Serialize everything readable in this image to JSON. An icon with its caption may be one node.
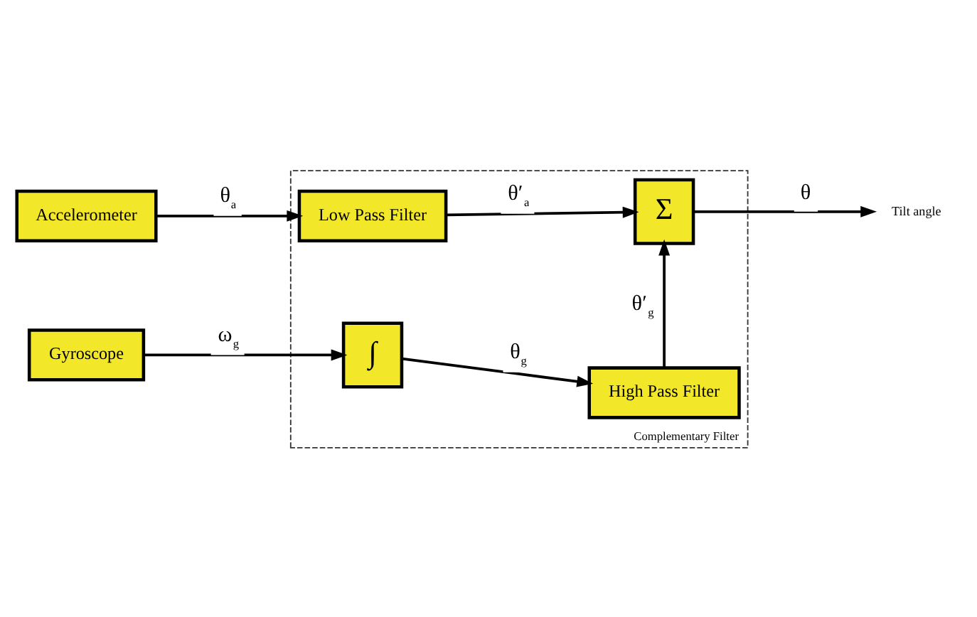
{
  "diagram": {
    "nodes": [
      {
        "text": [
          "Accelerometer"
        ]
      },
      {
        "text": [
          "Complementary Filter"
        ]
      },
      {
        "text": [
          "Low Pass Filter"
        ],
        "in": 1
      },
      {
        "text": [
          "Σ"
        ],
        "in": 1
      },
      {
        "text": [
          "Tilt angle"
        ]
      },
      {
        "text": [
          "Gyroscope"
        ]
      },
      {
        "text": [
          "∫"
        ],
        "in": 1
      },
      {
        "text": [
          "High Pass Filter"
        ],
        "in": 1
      }
    ],
    "edges": [
      {
        "from": 0,
        "to": 2,
        "arrow": "to",
        "label": "θ$_{a}$"
      },
      {
        "from": 2,
        "to": 3,
        "arrow": "to",
        "label": "θ′$_{a}$"
      },
      {
        "from": 3,
        "to": 4,
        "arrow": "to",
        "label": "θ"
      },
      {
        "from": 5,
        "to": 6,
        "arrow": "to",
        "label": "ω$_{g}$"
      },
      {
        "from": 6,
        "to": 7,
        "arrow": "to",
        "label": "θ$_{g}$"
      },
      {
        "from": 7,
        "to": 3,
        "arrow": "to",
        "label": "θ′$_{g}$"
      }
    ]
  }
}
